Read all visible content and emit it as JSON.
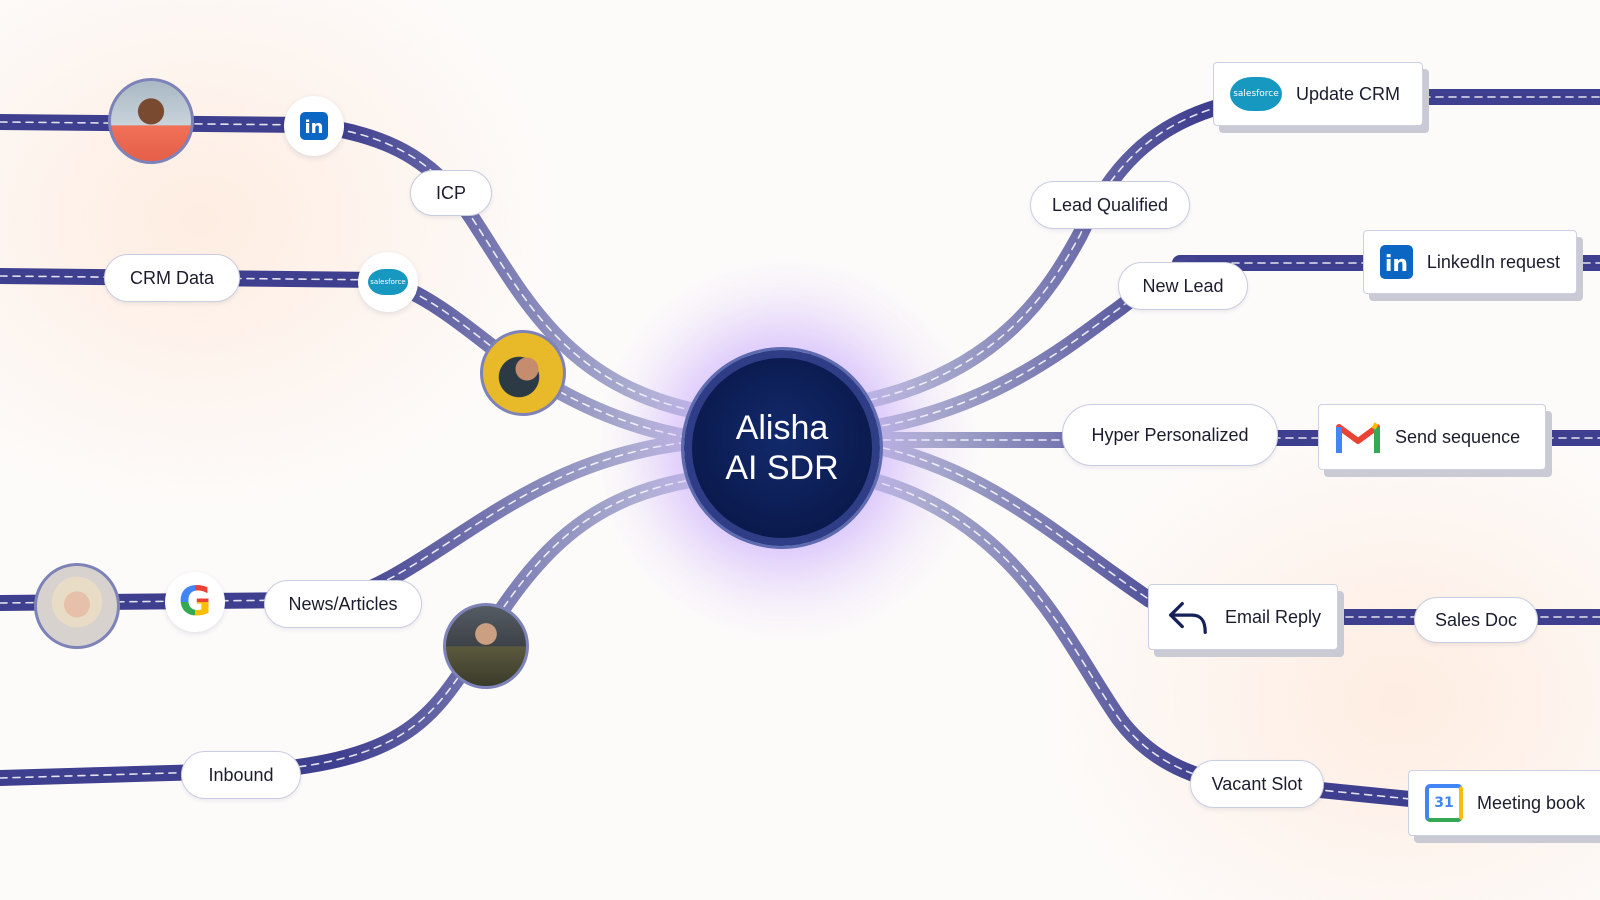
{
  "center": {
    "line1": "Alisha",
    "line2": "AI SDR"
  },
  "inputs": {
    "icp": "ICP",
    "crm_data": "CRM Data",
    "news_articles": "News/Articles",
    "inbound": "Inbound"
  },
  "outputs": {
    "lead_qualified": "Lead Qualified",
    "update_crm": "Update CRM",
    "new_lead": "New Lead",
    "linkedin_request": "LinkedIn request",
    "hyper_personalized": "Hyper Personalized",
    "send_sequence": "Send sequence",
    "email_reply": "Email Reply",
    "sales_doc": "Sales Doc",
    "vacant_slot": "Vacant Slot",
    "meeting_book": "Meeting book"
  },
  "logos": {
    "linkedin": "in",
    "salesforce": "salesforce",
    "google": "G",
    "gmail": "M",
    "calendar_day": "31"
  },
  "colors": {
    "road": "#3f3f8f",
    "road_light": "#b9bcd8",
    "center_fill": "#0c1c52",
    "center_ring": "#2e3d86",
    "linkedin": "#0a66c2",
    "salesforce": "#1798c1"
  },
  "icons": [
    "linkedin-logo-icon",
    "salesforce-logo-icon",
    "google-logo-icon",
    "gmail-logo-icon",
    "google-calendar-icon",
    "reply-arrow-icon"
  ]
}
